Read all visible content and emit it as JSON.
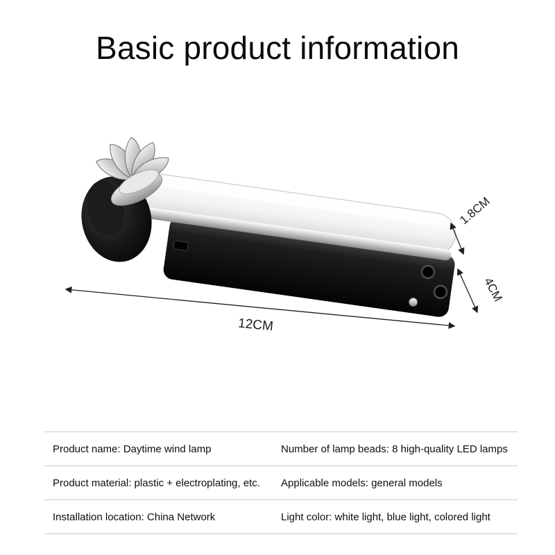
{
  "title": "Basic product information",
  "dimensions": {
    "length": "12CM",
    "height": "4CM",
    "thickness": "1.8CM"
  },
  "spec_table": {
    "rows": [
      {
        "left": "Product name: Daytime wind lamp",
        "right": "Number of lamp beads: 8 high-quality LED lamps"
      },
      {
        "left": "Product material: plastic + electroplating, etc.",
        "right": "Applicable models: general models"
      },
      {
        "left": "Installation location: China Network",
        "right": "Light color: white light, blue light, colored light"
      }
    ]
  },
  "colors": {
    "background": "#ffffff",
    "text": "#0b0b0b",
    "divider": "#c8c8c8",
    "dimension_lines": "#1e1e1e",
    "product_black": "#0a0a0a",
    "product_silver": "#c9c9c9",
    "light_bar_white": "#f4f4f4"
  }
}
